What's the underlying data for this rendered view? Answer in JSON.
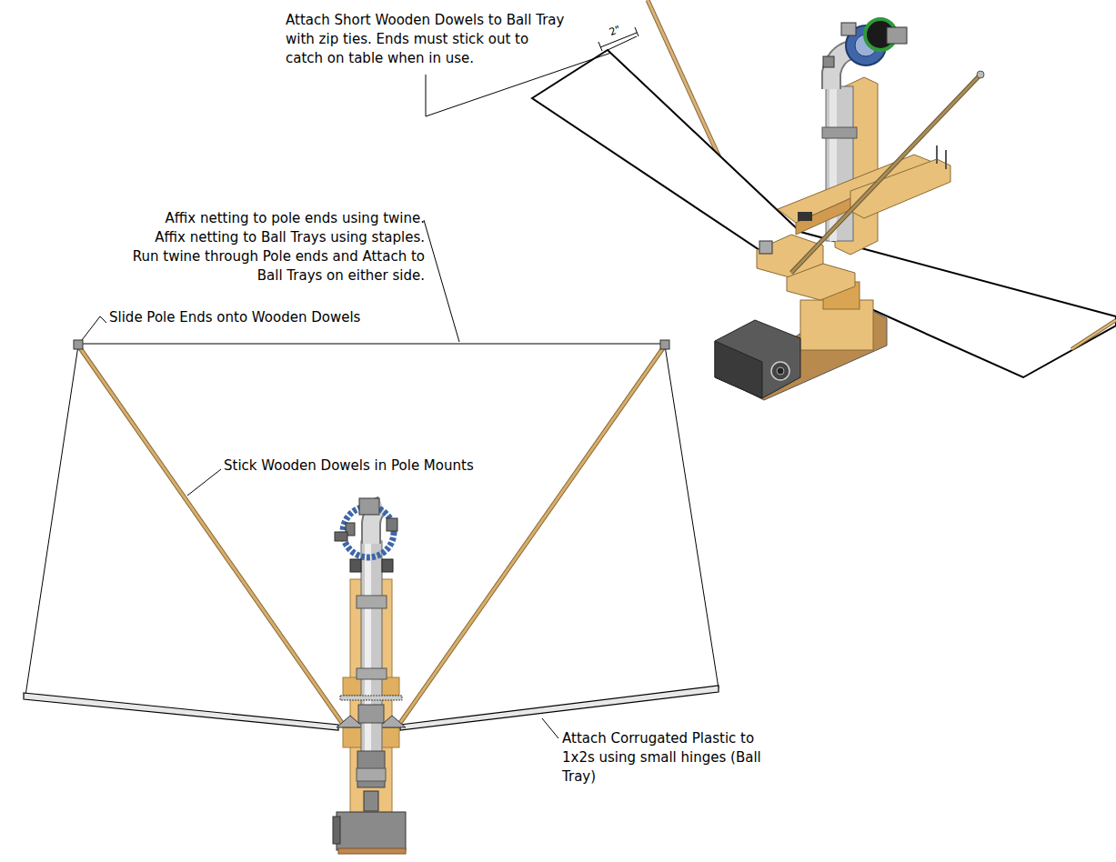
{
  "diagram": {
    "labels": [
      "Attach Short Wooden Dowels to Ball Tray with zip ties. Ends must stick out to catch on table when in use.",
      "2\"",
      "Affix netting to pole ends using twine. Affix netting to Ball Trays using staples. Run twine through Pole ends and Attach to Ball Trays on either side.",
      "Slide Pole Ends onto Wooden Dowels",
      "Stick Wooden Dowels in Pole Mounts",
      "Attach Corrugated Plastic to 1x2s using small hinges (Ball Tray)"
    ]
  }
}
